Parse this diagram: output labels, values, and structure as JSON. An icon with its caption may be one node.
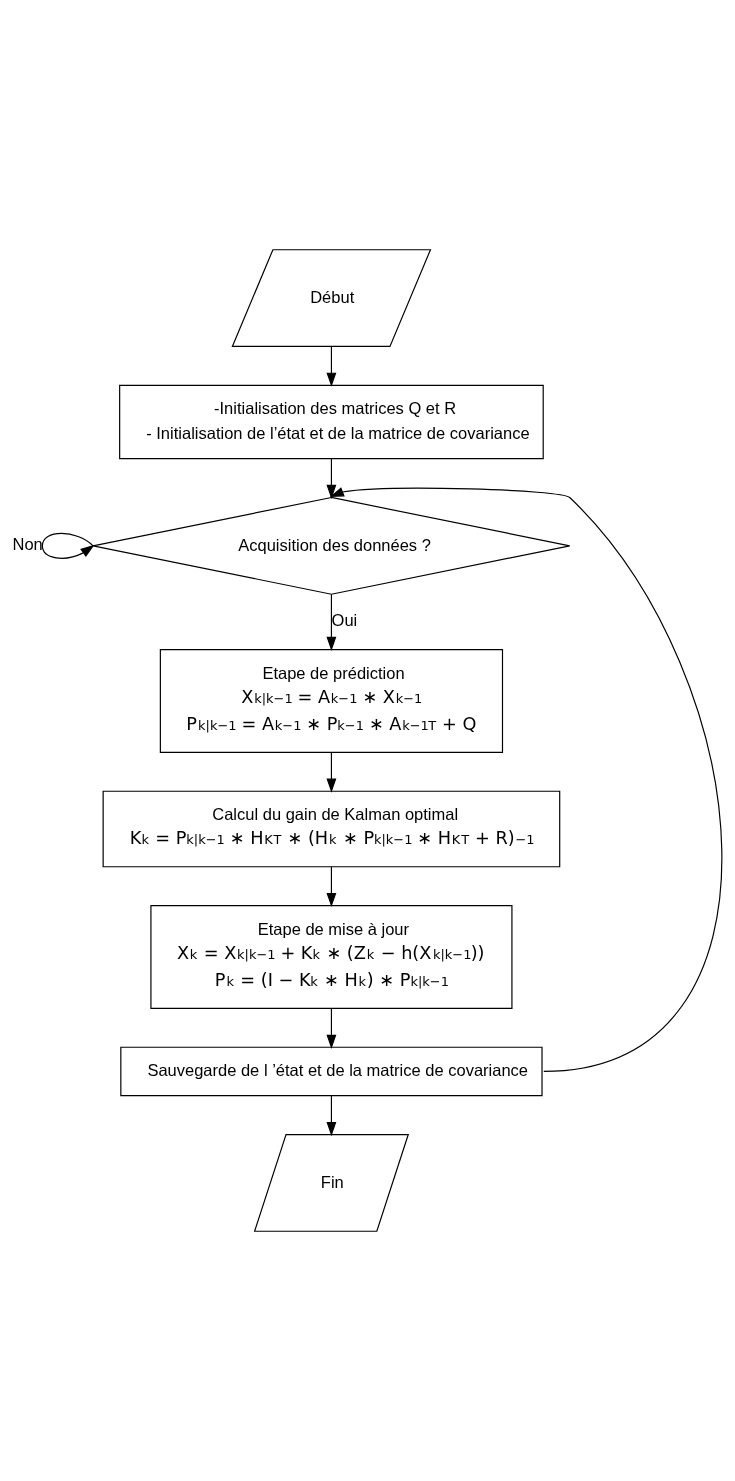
{
  "diagram": {
    "nodes": [
      {
        "text": [
          "Début"
        ]
      },
      {
        "text": [
          "-Initialisation des matrices Q et R",
          "- Initialisation de l’état et de la matrice de covariance"
        ]
      },
      {
        "text": [
          "Acquisition des données ?"
        ]
      },
      {
        "text": [
          "Etape de prédiction",
          "X$_{k|k−1}$ = A$_{k−1}$ ∗ X$_{k−1}$",
          "P$_{k|k−1}$ = A$_{k−1}$ ∗ P$_{k−1}$ ∗ A$_{k−1}$$^{T}$ + Q"
        ]
      },
      {
        "text": [
          "Calcul du gain de Kalman optimal",
          "K$_{k}$ = P$_{k|k−1}$ ∗ H$_{K}$$^{T}$ ∗ (H$^{k}$ ∗ P$_{k|k−1}$ ∗ H$_{K}$$^{T}$ + R)$^{−1}$"
        ]
      },
      {
        "text": [
          "Etape de mise à jour",
          "X$_{k}$ = X$_{k|k−1}$ + K$_{k}$ ∗ (Z$_{k}$ − h(X$_{k|k−1}$))",
          "P$_{k}$ = (I − K$_{k}$ ∗ H$_{k}$) ∗ P$_{k|k−1}$"
        ]
      },
      {
        "text": [
          "Sauvegarde de l ’état et de la matrice de covariance"
        ]
      },
      {
        "text": [
          "Fin"
        ]
      }
    ],
    "edges": [
      {
        "from": 0,
        "to": 1,
        "arrow": "to"
      },
      {
        "from": 1,
        "to": 2,
        "arrow": "to"
      },
      {
        "from": 2,
        "to": 2,
        "arrow": "to",
        "label": "Non"
      },
      {
        "from": 2,
        "to": 3,
        "arrow": "to",
        "label": "Oui"
      },
      {
        "from": 3,
        "to": 4,
        "arrow": "to"
      },
      {
        "from": 4,
        "to": 5,
        "arrow": "to"
      },
      {
        "from": 5,
        "to": 6,
        "arrow": "to"
      },
      {
        "from": 6,
        "to": 7,
        "arrow": "to"
      },
      {
        "from": 6,
        "to": 2,
        "arrow": "to"
      }
    ]
  }
}
